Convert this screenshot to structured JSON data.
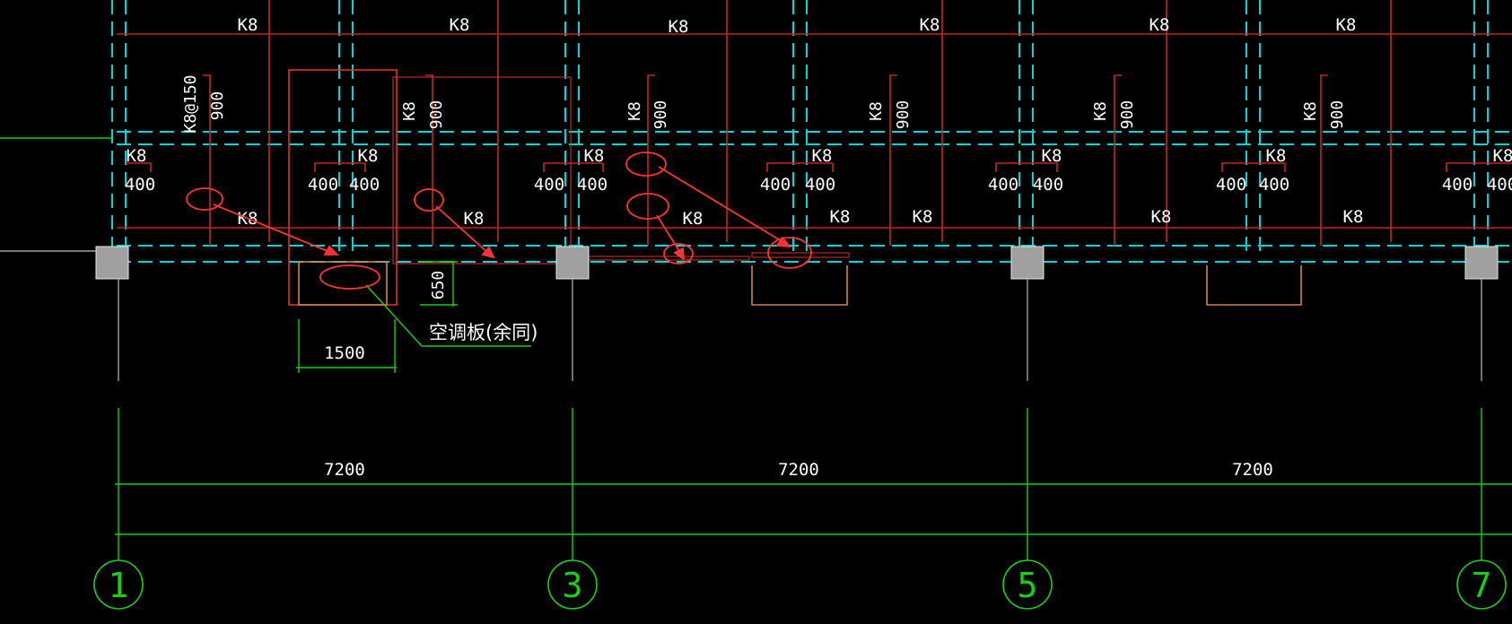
{
  "colors": {
    "background": "#000000",
    "beam": "#00d7d7",
    "rebar": "#c0281e",
    "dimension": "#18d018",
    "text": "#ffffff",
    "markup": "#ff3333",
    "column": "#a0a0a0",
    "slab_edge": "#c8865a"
  },
  "labels": {
    "rebar_k8": "K8",
    "seg_400": "400",
    "seg_900": "900",
    "seg_k8_a10": "K8@150",
    "ac_board": "空调板(余同)",
    "dim_1500": "1500",
    "dim_650": "650",
    "span_1": "7200",
    "span_2": "7200",
    "span_3": "7200"
  },
  "axes": [
    "1",
    "3",
    "5",
    "7"
  ]
}
